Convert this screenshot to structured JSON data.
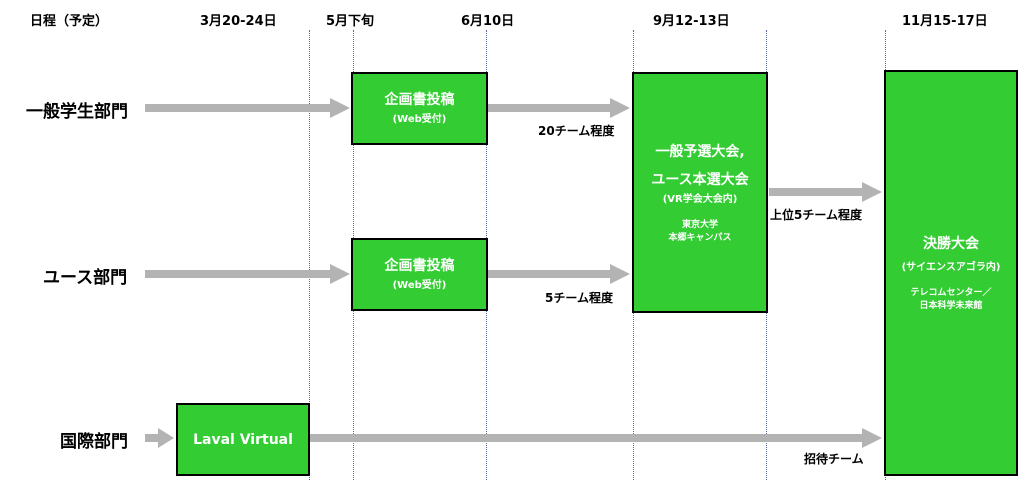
{
  "header": {
    "schedule_label": "日程（予定）",
    "dates": [
      "3月20-24日",
      "5月下旬",
      "6月10日",
      "9月12-13日",
      "11月15-17日"
    ]
  },
  "rows": {
    "general": "一般学生部門",
    "youth": "ユース部門",
    "international": "国際部門"
  },
  "boxes": {
    "proposal_general": {
      "title": "企画書投稿",
      "sub": "(Web受付)"
    },
    "proposal_youth": {
      "title": "企画書投稿",
      "sub": "(Web受付)"
    },
    "laval": {
      "title": "Laval Virtual"
    },
    "preliminary": {
      "line1": "一般予選大会,",
      "line2": "ユース本選大会",
      "sub": "(VR学会大会内)",
      "venue1": "東京大学",
      "venue2": "本郷キャンパス"
    },
    "final": {
      "title": "決勝大会",
      "sub": "(サイエンスアゴラ内)",
      "venue1": "テレコムセンター／",
      "venue2": "日本科学未来館"
    }
  },
  "notes": {
    "general_teams": "20チーム程度",
    "youth_teams": "5チーム程度",
    "top_teams": "上位5チーム程度",
    "invited_teams": "招待チーム"
  },
  "colors": {
    "box_fill": "#33cc33",
    "arrow": "#b3b3b3",
    "divider": "#5a6aa0"
  }
}
